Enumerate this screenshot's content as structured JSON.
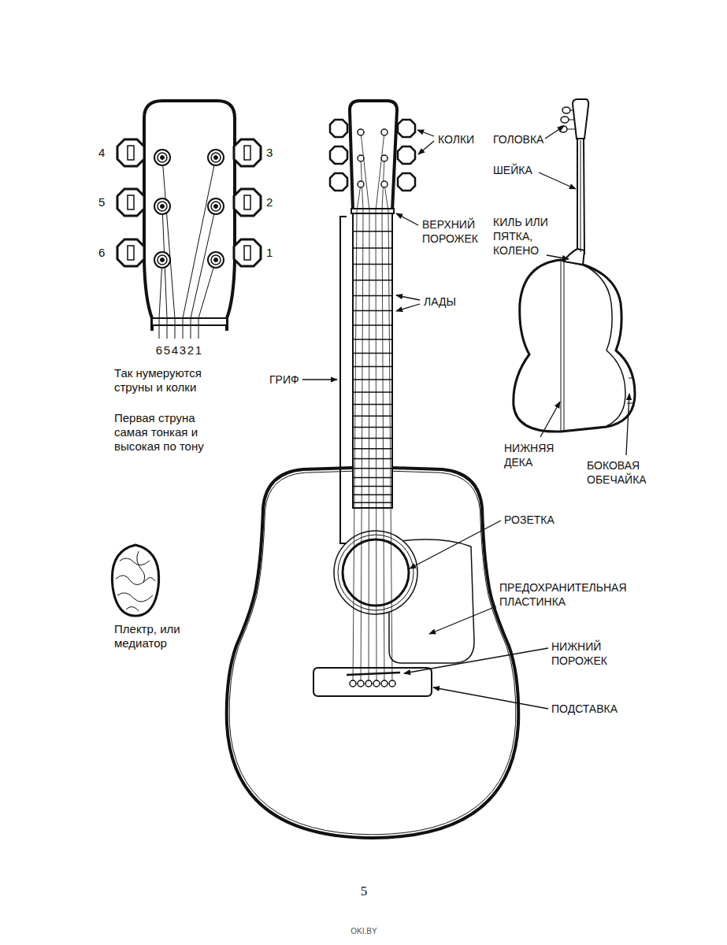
{
  "diagram": {
    "labels": [
      "4",
      "3",
      "5",
      "2",
      "6",
      "1",
      "6",
      "5",
      "4",
      "3",
      "2",
      "1",
      "Так нумеруются струны и колки",
      "Первая струна самая тонкая и высокая по тону",
      "КОЛКИ",
      "ВЕРХНИЙ ПОРОЖЕК",
      "ЛАДЫ",
      "ГРИФ",
      "РОЗЕТКА",
      "ПРЕДОХРАНИТЕЛЬНАЯ ПЛАСТИНКА",
      "НИЖНИЙ ПОРОЖЕК",
      "ПОДСТАВКА",
      "ГОЛОВКА",
      "ШЕЙКА",
      "КИЛЬ ИЛИ ПЯТКА, КОЛЕНО",
      "НИЖНЯЯ ДЕКА",
      "БОКОВАЯ ОБЕЧАЙКА",
      "Плектр, или медиатор",
      "5",
      "OKI.BY"
    ]
  }
}
